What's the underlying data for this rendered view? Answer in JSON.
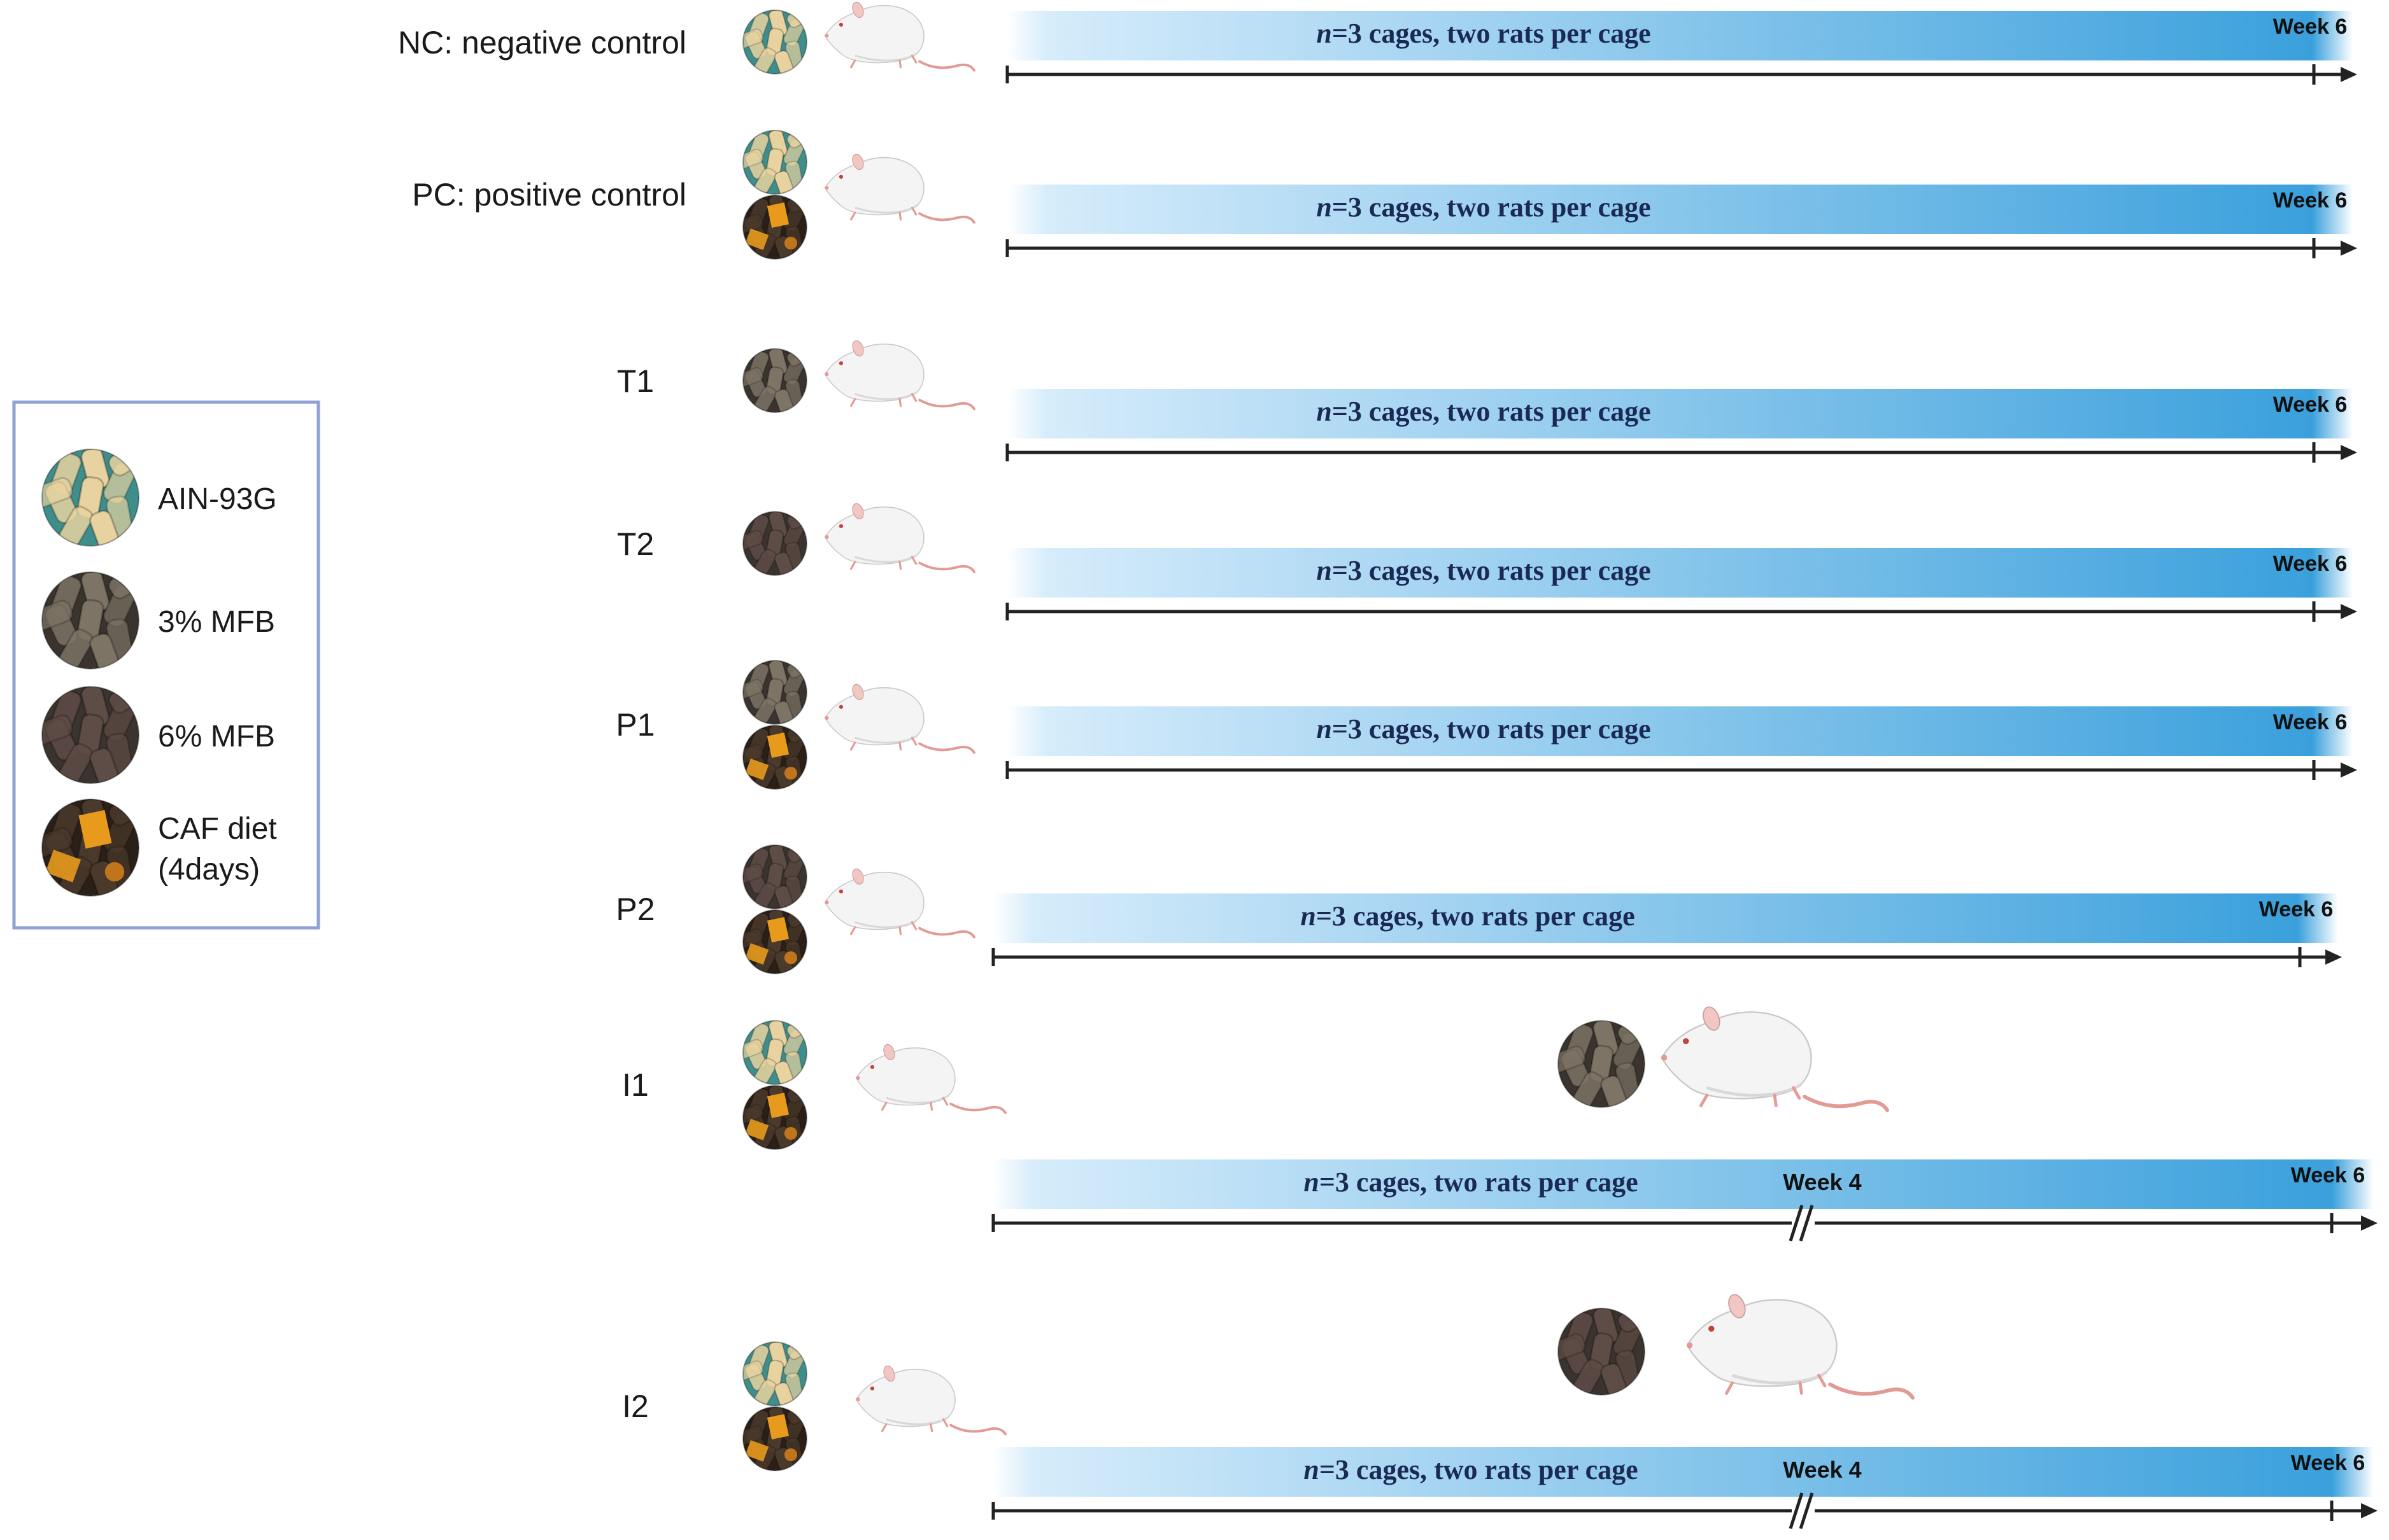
{
  "legend": {
    "items": [
      {
        "diet": "ain",
        "label_lines": [
          "AIN-93G"
        ]
      },
      {
        "diet": "mfb3",
        "label_lines": [
          "3% MFB"
        ]
      },
      {
        "diet": "mfb6",
        "label_lines": [
          "6% MFB"
        ]
      },
      {
        "diet": "caf",
        "label_lines": [
          "CAF diet",
          "(4days)"
        ]
      }
    ]
  },
  "groups": [
    {
      "label": "NC: negative control",
      "diets": [
        "ain"
      ],
      "bar_text_parts": [
        "n",
        "=3 cages, two rats per cage"
      ],
      "end_label": "Week 6",
      "switch": null
    },
    {
      "label": "PC: positive control",
      "diets": [
        "ain",
        "caf"
      ],
      "bar_text_parts": [
        "n",
        "=3 cages, two rats per cage"
      ],
      "end_label": "Week 6",
      "switch": null
    },
    {
      "label": "T1",
      "diets": [
        "mfb3"
      ],
      "bar_text_parts": [
        "n",
        "=3 cages, two rats per cage"
      ],
      "end_label": "Week 6",
      "switch": null
    },
    {
      "label": "T2",
      "diets": [
        "mfb6"
      ],
      "bar_text_parts": [
        "n",
        "=3 cages, two rats per cage"
      ],
      "end_label": "Week 6",
      "switch": null
    },
    {
      "label": "P1",
      "diets": [
        "mfb3",
        "caf"
      ],
      "bar_text_parts": [
        "n",
        "=3 cages, two rats per cage"
      ],
      "end_label": "Week 6",
      "switch": null
    },
    {
      "label": "P2",
      "diets": [
        "mfb6",
        "caf"
      ],
      "bar_text_parts": [
        "n",
        "=3 cages, two rats per cage"
      ],
      "end_label": "Week 6",
      "switch": null
    },
    {
      "label": "I1",
      "diets": [
        "ain",
        "caf"
      ],
      "bar_text_parts": [
        "n",
        "=3 cages, two rats per cage"
      ],
      "end_label": "Week 6",
      "switch": {
        "label": "Week 4",
        "diet": "mfb3"
      }
    },
    {
      "label": "I2",
      "diets": [
        "ain",
        "caf"
      ],
      "bar_text_parts": [
        "n",
        "=3 cages, two rats per cage"
      ],
      "end_label": "Week 6",
      "switch": {
        "label": "Week 4",
        "diet": "mfb6"
      }
    }
  ],
  "colors": {
    "bar_light": "#d6ecfb",
    "bar_dark": "#3aa0dc",
    "legend_border": "#8ea2d8",
    "axis": "#222222",
    "ain": "#e8d3a0",
    "mfb3": "#7d7466",
    "mfb6": "#5e4c46",
    "caf": "#4a3a2c",
    "caf_accent": "#e79a1c",
    "rat_body": "#f4f4f4",
    "rat_tail": "#e39a94"
  }
}
